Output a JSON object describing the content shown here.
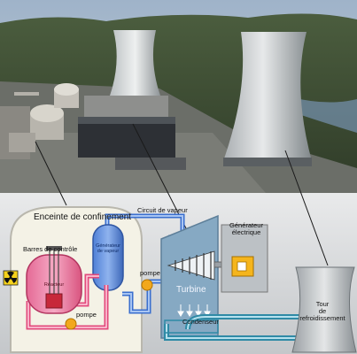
{
  "labels": {
    "containment": "Enceinte de confinement",
    "steam_circuit": "Circuit de vapeur",
    "electric_generator_line1": "Générateur",
    "electric_generator_line2": "électrique",
    "control_rods": "Barres de contrôle",
    "steam_generator_line1": "Générateur",
    "steam_generator_line2": "de vapeur",
    "reactor": "Réacteur",
    "pump_top": "pompe",
    "pump_bottom": "pompe",
    "turbine": "Turbine",
    "condenser": "Condenseur",
    "cooling_tower_line1": "Tour",
    "cooling_tower_line2": "de",
    "cooling_tower_line3": "refroidissement"
  },
  "icons": {
    "radiation": "radiation-trefoil-icon"
  },
  "colors": {
    "primary_loop": "#e24a7c",
    "secondary_loop": "#3a6fcf",
    "cooling_loop": "#2f8aa6",
    "reactor_core": "#c7283a",
    "pump": "#f2a81d",
    "generator": "#f5b51c",
    "turbine_body": "#86a9c3",
    "containment_fill": "#f4f2e6"
  }
}
